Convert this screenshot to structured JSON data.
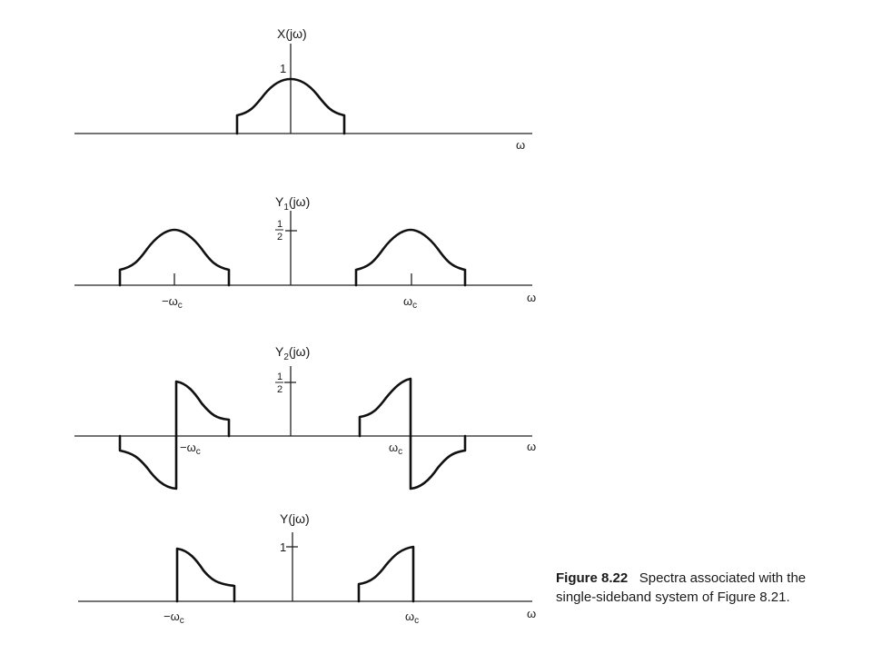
{
  "panels": [
    {
      "id": "x",
      "title_main": "X(jω)",
      "title_sub": "",
      "title_tail": "",
      "peak_label": "1",
      "omega_label": "ω",
      "wc_neg_label": "",
      "wc_pos_label": ""
    },
    {
      "id": "y1",
      "title_main": "Y",
      "title_sub": "1",
      "title_tail": "(jω)",
      "peak_label": "1/2",
      "omega_label": "ω",
      "wc_neg_label": "−ωc",
      "wc_pos_label": "ωc"
    },
    {
      "id": "y2",
      "title_main": "Y",
      "title_sub": "2",
      "title_tail": "(jω)",
      "peak_label": "1/2",
      "omega_label": "ω",
      "wc_neg_label": "−ωc",
      "wc_pos_label": "ωc"
    },
    {
      "id": "y",
      "title_main": "Y(jω)",
      "title_sub": "",
      "title_tail": "",
      "peak_label": "1",
      "omega_label": "ω",
      "wc_neg_label": "−ωc",
      "wc_pos_label": "ωc"
    }
  ],
  "caption": {
    "figure_label": "Figure 8.22",
    "text": "Spectra associated with the single-sideband system of Figure 8.21."
  }
}
